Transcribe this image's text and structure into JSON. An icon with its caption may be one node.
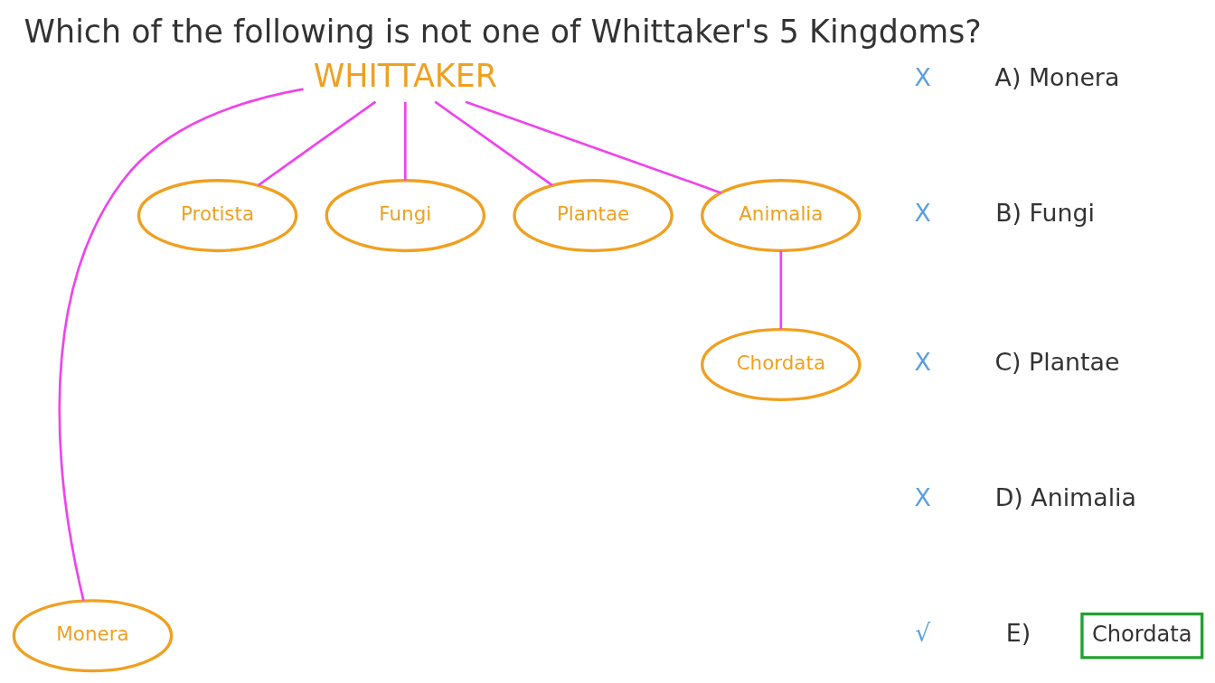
{
  "diagram": {
    "title": "Which of the following is not one of Whittaker's 5 Kingdoms?",
    "nodes": [
      {
        "text": [
          "WHITTAKER"
        ]
      },
      {
        "text": [
          "Chordata"
        ]
      },
      {
        "text": [
          "Monera"
        ]
      },
      {
        "text": [
          "Protista"
        ]
      },
      {
        "text": [
          "Fungi"
        ]
      },
      {
        "text": [
          "Plantae"
        ]
      },
      {
        "text": [
          "Animalia"
        ]
      },
      {
        "text": [
          "Chordata"
        ]
      }
    ],
    "edges": [
      {
        "from": 0,
        "to": 2,
        "arrow": "none"
      },
      {
        "from": 0,
        "to": 3,
        "arrow": "none"
      },
      {
        "from": 0,
        "to": 4,
        "arrow": "none"
      },
      {
        "from": 0,
        "to": 5,
        "arrow": "none"
      },
      {
        "from": 0,
        "to": 6,
        "arrow": "none"
      },
      {
        "from": 6,
        "to": 7,
        "arrow": "none"
      }
    ],
    "labels": [
      "X",
      "A) Monera",
      "X",
      "B) Fungi",
      "X",
      "C) Plantae",
      "X",
      "D) Animalia",
      "√",
      "E)"
    ]
  }
}
